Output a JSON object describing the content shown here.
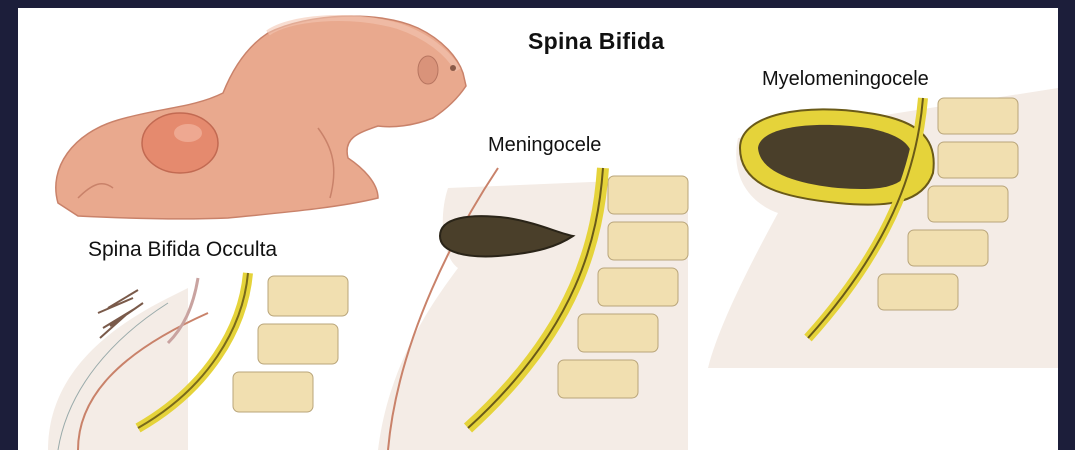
{
  "figure": {
    "title": "Spina Bifida",
    "panels": [
      {
        "label": "Spina Bifida Occulta"
      },
      {
        "label": "Meningocele"
      },
      {
        "label": "Myelomeningocele"
      }
    ]
  },
  "colors": {
    "background": "#1c1e3a",
    "skin": "#e9a98e",
    "vertebra": "#f1dfb0",
    "nerve": "#e5d33a",
    "sac_fluid": "#4a3f2a"
  }
}
